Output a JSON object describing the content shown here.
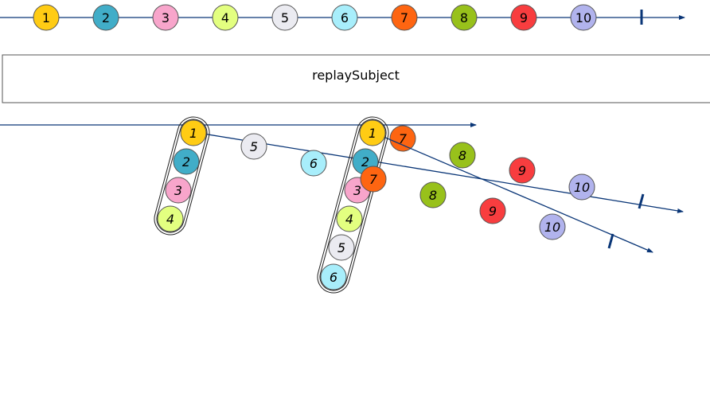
{
  "operator": {
    "label": "replaySubject"
  },
  "colors": {
    "line": "#0a3677",
    "box_stroke": "#555555",
    "marble_stroke": "#555555",
    "marbles": {
      "1": "#ffcc14",
      "2": "#41adc8",
      "3": "#f8a5cb",
      "4": "#e3ff80",
      "5": "#ebebf1",
      "6": "#a8eefb",
      "7": "#fe6511",
      "8": "#98c11b",
      "9": "#f83d3f",
      "10": "#b1b3ed"
    }
  },
  "source": {
    "values": [
      "1",
      "2",
      "3",
      "4",
      "5",
      "6",
      "7",
      "8",
      "9",
      "10"
    ],
    "completes": true
  },
  "subscriber_1": {
    "replayed": [
      "1",
      "2",
      "3",
      "4"
    ],
    "live": [
      "5",
      "6",
      "7",
      "8",
      "9",
      "10"
    ],
    "completes": true
  },
  "subscriber_2": {
    "replayed": [
      "1",
      "2",
      "3",
      "4",
      "5",
      "6"
    ],
    "live": [
      "7",
      "8",
      "9",
      "10"
    ],
    "completes": true
  }
}
